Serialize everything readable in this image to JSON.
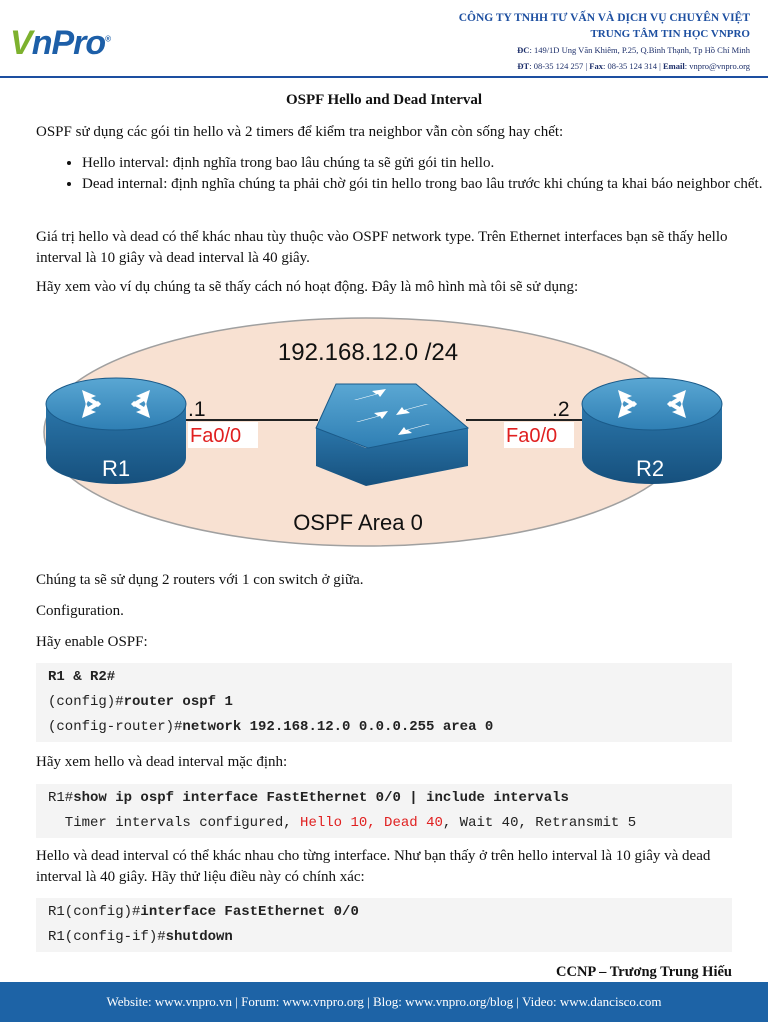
{
  "header": {
    "logo_text_a": "V",
    "logo_text_b": "nPro",
    "logo_reg": "®",
    "company_line1": "CÔNG TY TNHH TƯ VẤN VÀ DỊCH VỤ CHUYÊN VIỆT",
    "company_line2": "TRUNG TÂM TIN HỌC VNPRO",
    "address_label": "ĐC",
    "address": ": 149/1D Ung Văn Khiêm, P.25, Q.Bình Thạnh, Tp Hồ Chí Minh",
    "phone_label": "ĐT",
    "phone": ": 08-35 124 257 | ",
    "fax_label": "Fax",
    "fax": ": 08-35 124 314 | ",
    "email_label": "Email",
    "email": ": vnpro@vnpro.org"
  },
  "doc": {
    "title": "OSPF Hello and Dead Interval",
    "intro": "OSPF sử dụng các gói tin hello và 2 timers để kiểm tra neighbor vẫn còn sống hay chết:",
    "bullets": [
      "Hello interval: định nghĩa trong bao lâu chúng ta sẽ gửi gói tin hello.",
      "Dead internal: định nghĩa chúng ta phải chờ gói tin hello trong bao lâu trước khi chúng ta khai báo neighbor chết."
    ],
    "para2": "Giá trị hello và dead có thể khác nhau tùy thuộc vào OSPF network type. Trên Ethernet interfaces bạn sẽ thấy hello interval là 10 giây và dead interval là 40 giây.",
    "para3": "Hãy xem vào ví dụ chúng ta sẽ thấy cách nó hoạt động. Đây là mô hình mà tôi sẽ sử dụng:",
    "para4": "Chúng ta sẽ sử dụng 2 routers với 1 con switch ở giữa.",
    "para5": "Configuration.",
    "para6": "Hãy enable OSPF:",
    "para7": "Hãy xem hello và dead interval mặc định:",
    "para8": "Hello và dead interval có thể khác nhau cho từng interface. Như bạn thấy ở trên hello interval là 10 giây và dead interval là 40 giây. Hãy thử liệu điều này có chính xác:"
  },
  "diagram": {
    "network": "192.168.12.0 /24",
    "area": "OSPF Area 0",
    "r1_label": "R1",
    "r2_label": "R2",
    "r1_ip": ".1",
    "r2_ip": ".2",
    "r1_if": "Fa0/0",
    "r2_if": "Fa0/0"
  },
  "code1": {
    "l1": "R1 & R2#",
    "l2_pre": "(config)#",
    "l2_cmd": "router ospf 1",
    "l3_pre": "(config-router)#",
    "l3_cmd": "network 192.168.12.0 0.0.0.255 area 0"
  },
  "code2": {
    "l1_pre": "R1#",
    "l1_cmd": "show ip ospf interface FastEthernet 0/0 | include intervals",
    "l2_a": "  Timer intervals configured, ",
    "l2_red": "Hello 10, Dead 40",
    "l2_b": ", Wait 40, Retransmit 5"
  },
  "code3": {
    "l1_pre": "R1(config)#",
    "l1_cmd": "interface FastEthernet 0/0",
    "l2_pre": "R1(config-if)#",
    "l2_cmd": "shutdown"
  },
  "footer": {
    "signature": "CCNP – Trương Trung Hiếu",
    "links": "Website: www.vnpro.vn | Forum: www.vnpro.org | Blog: www.vnpro.org/blog | Video: www.dancisco.com"
  },
  "colors": {
    "brand_blue": "#1d63a6",
    "highlight_red": "#e02020",
    "area_fill": "#f8e1d2"
  }
}
